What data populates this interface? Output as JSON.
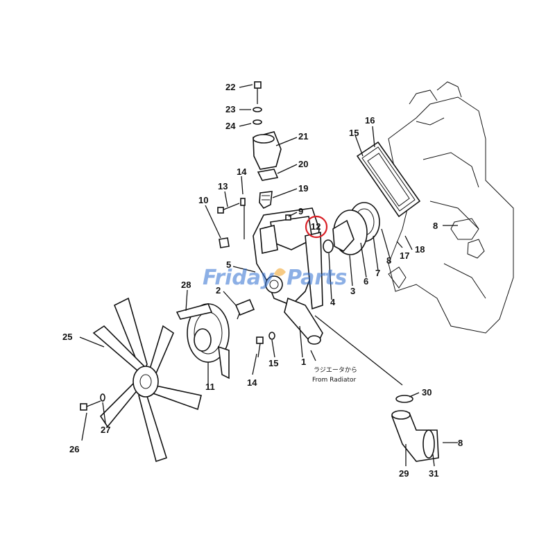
{
  "diagram": {
    "callouts": [
      "1",
      "2",
      "3",
      "4",
      "5",
      "6",
      "7",
      "8",
      "9",
      "10",
      "11",
      "12",
      "13",
      "14",
      "15",
      "15",
      "16",
      "17",
      "18",
      "19",
      "20",
      "21",
      "22",
      "23",
      "24",
      "25",
      "26",
      "27",
      "28",
      "29",
      "30",
      "31",
      "31",
      "8",
      "8"
    ],
    "note_line1": "ラジエータから",
    "note_line2": "From Radiator",
    "highlighted_part": "12",
    "highlight_color": "#d91f26"
  },
  "watermark": {
    "text_part1": "Friday",
    "text_part2": "Parts",
    "color": "#2f6fd0",
    "accent_color": "#f0a020"
  }
}
